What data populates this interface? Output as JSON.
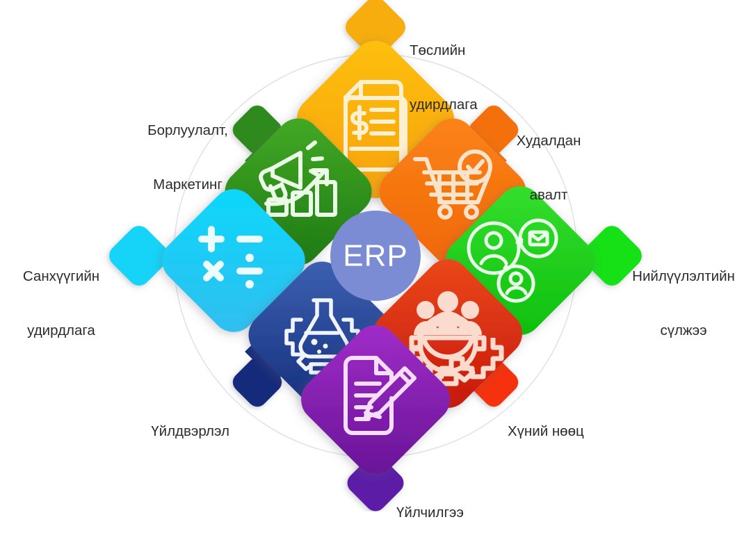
{
  "diagram": {
    "type": "erp-hub-and-spoke",
    "center": {
      "label": "ERP",
      "color": "#7b8cd4",
      "text_color": "#ffffff"
    },
    "background": "#ffffff",
    "ring_color": "#d6d9e0",
    "modules": [
      {
        "id": "project-management",
        "label": "Төслийн\nудирдлага",
        "label_line1": "Төслийн",
        "label_line2": "удирдлага",
        "color_light": "#fdc008",
        "color_dark": "#f8a008",
        "connector_color": "#f9ab07",
        "icon": "document-dollar-icon",
        "position": "top"
      },
      {
        "id": "sales-marketing",
        "label": "Борлуулалт,\nМаркетинг",
        "label_line1": "Борлуулалт,",
        "label_line2": "Маркетинг",
        "color_light": "#3da124",
        "color_dark": "#1f7a17",
        "connector_color": "#2d8a1c",
        "icon": "megaphone-growth-icon",
        "position": "top-left"
      },
      {
        "id": "procurement",
        "label": "Худалдан\nавалт",
        "label_line1": "Худалдан",
        "label_line2": "авалт",
        "color_light": "#f97b12",
        "color_dark": "#f26a0c",
        "connector_color": "#f3700f",
        "icon": "shopping-cart-check-icon",
        "position": "top-right"
      },
      {
        "id": "financial-management",
        "label": "Санхүүгийн\nудирдлага",
        "label_line1": "Санхүүгийн",
        "label_line2": "удирдлага",
        "color_light": "#14d8f7",
        "color_dark": "#2bbdf0",
        "connector_color": "#12d4f8",
        "icon": "math-operators-icon",
        "position": "left"
      },
      {
        "id": "supply-chain",
        "label": "Нийлүүлэлтийн\nсүлжээ",
        "label_line1": "Нийлүүлэлтийн",
        "label_line2": "сүлжээ",
        "color_light": "#2bd62b",
        "color_dark": "#12c512",
        "connector_color": "#18e018",
        "icon": "network-nodes-icon",
        "position": "right"
      },
      {
        "id": "manufacturing",
        "label": "Үйлдвэрлэл",
        "label_line1": "Үйлдвэрлэл",
        "label_line2": "",
        "color_light": "#3b5fae",
        "color_dark": "#15317e",
        "connector_color": "#152b7c",
        "icon": "flask-gear-icon",
        "position": "bottom-left"
      },
      {
        "id": "human-resources",
        "label": "Хүний нөөц",
        "label_line1": "Хүний нөөц",
        "label_line2": "",
        "color_light": "#e8431a",
        "color_dark": "#c8180c",
        "connector_color": "#f53108",
        "icon": "people-gear-icon",
        "position": "bottom-right"
      },
      {
        "id": "service",
        "label": "Үйлчилгээ",
        "label_line1": "Үйлчилгээ",
        "label_line2": "",
        "color_light": "#9a2bc4",
        "color_dark": "#6d1799",
        "connector_color": "#5b1ba6",
        "icon": "document-pencil-icon",
        "position": "bottom"
      }
    ]
  }
}
